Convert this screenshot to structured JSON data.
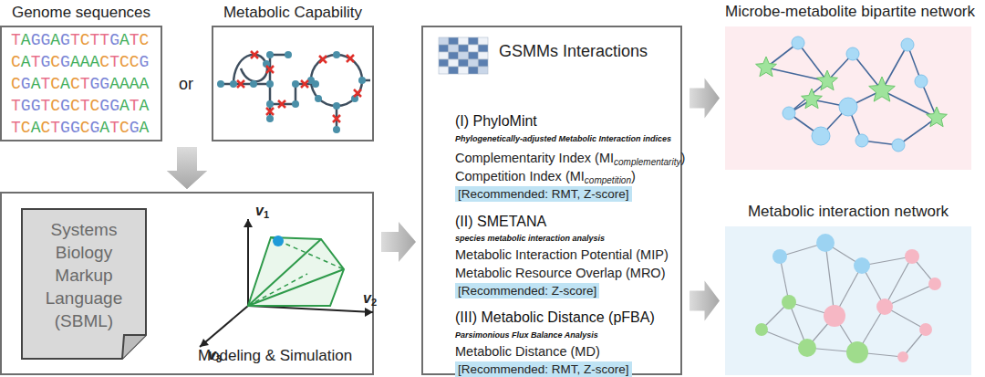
{
  "diagram": {
    "nodes": [
      {
        "text": [
          "Genome sequences",
          "TAGGAGTCTTGATC",
          "CATGCGAAACTCCG",
          "CGATCACTGGAAAA",
          "TGGTCGCTCGGATA",
          "TCACTGGCGATCGA"
        ]
      },
      {
        "text": [
          "Metabolic Capability"
        ]
      },
      {
        "text": [
          "Modeling & Simulation"
        ]
      },
      {
        "text": [
          "Systems Biology Markup Language (SBML)"
        ],
        "in": 2
      },
      {
        "text": [
          "GSMMs Interactions",
          "(I) PhyloMint",
          "Phylogenetically-adjusted Metabolic Interaction indices",
          "Complementarity Index (MI",
          "complementarity",
          ")",
          "Competition Index (MI",
          "competition",
          ")",
          "(II) SMETANA",
          "species metabolic interaction analysis",
          "Metabolic Interaction Potential (MIP)",
          "Metabolic Resource Overlap (MRO)",
          "(III) Metabolic Distance (pFBA)",
          "Parsimonious Flux Balance Analysis",
          "Metabolic Distance (MD)"
        ]
      },
      {
        "text": [
          "[Recommended: RMT, Z-score]"
        ],
        "in": 4
      },
      {
        "text": [
          "[Recommended: Z-score]"
        ],
        "in": 4
      },
      {
        "text": [
          "[Recommended: RMT, Z-score]"
        ],
        "in": 4
      },
      {
        "text": [
          "Microbe-metabolite bipartite network"
        ]
      },
      {
        "text": [
          "Metabolic interaction network"
        ]
      }
    ],
    "edges": [
      {
        "from": 0,
        "to": 2,
        "arrow": "to"
      },
      {
        "from": 1,
        "to": 2,
        "arrow": "to"
      },
      {
        "from": 2,
        "to": 4,
        "arrow": "to"
      },
      {
        "from": 4,
        "to": 8,
        "arrow": "to"
      },
      {
        "from": 4,
        "to": 9,
        "arrow": "to"
      }
    ],
    "labels": [
      "or",
      "v",
      "1",
      "v",
      "2",
      "v",
      "3"
    ]
  }
}
